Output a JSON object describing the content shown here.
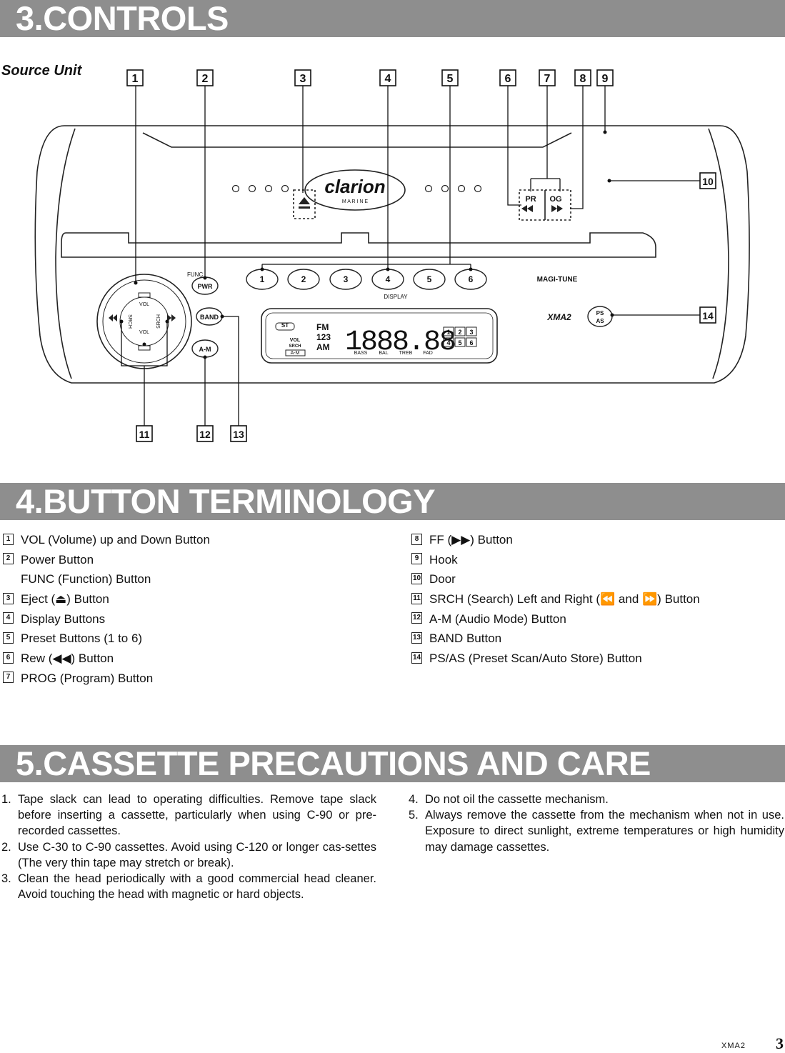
{
  "sections": {
    "controls": "3.CONTROLS",
    "terminology": "4.BUTTON TERMINOLOGY",
    "care": "5.CASSETTE PRECAUTIONS AND CARE"
  },
  "subhead": "Source Unit",
  "diagram": {
    "callouts_top": [
      "1",
      "2",
      "3",
      "4",
      "5",
      "6",
      "7",
      "8",
      "9"
    ],
    "callout_right_upper": "10",
    "callout_right_lower": "14",
    "callouts_bottom": [
      "11",
      "12",
      "13"
    ],
    "brand": "clarion",
    "brand_sub": "M A R I N E",
    "tray_left": "PR",
    "tray_right": "OG",
    "func": "FUNC",
    "pwr": "PWR",
    "band": "BAND",
    "am": "A-M",
    "presets": [
      "1",
      "2",
      "3",
      "4",
      "5",
      "6"
    ],
    "display_label": "DISPLAY",
    "magi": "MAGI-TUNE",
    "model": "XMA2",
    "psas_top": "PS",
    "psas_bottom": "AS",
    "knob_vol_top": "VOL",
    "knob_vol_bottom": "VOL",
    "knob_srch_left": "SRCH",
    "knob_srch_right": "SRCH",
    "lcd_st": "ST",
    "lcd_vol": "VOL",
    "lcd_srch": "SRCH",
    "lcd_am_mode": "A-M",
    "lcd_fm": "FM",
    "lcd_123": "123",
    "lcd_am": "AM",
    "lcd_digits": "1888.88",
    "lcd_bass": "BASS",
    "lcd_bal": "BAL",
    "lcd_treb": "TREB",
    "lcd_fad": "FAD",
    "lcd_presets": [
      "1",
      "2",
      "3",
      "4",
      "5",
      "6"
    ]
  },
  "terminology": {
    "left": [
      {
        "num": "1",
        "text": "VOL (Volume) up and Down Button"
      },
      {
        "num": "2",
        "text": "Power Button"
      },
      {
        "num": "",
        "text": "FUNC (Function) Button"
      },
      {
        "num": "3",
        "text": "Eject (⏏) Button"
      },
      {
        "num": "4",
        "text": "Display Buttons"
      },
      {
        "num": "5",
        "text": "Preset Buttons (1 to 6)"
      },
      {
        "num": "6",
        "text": "Rew (◀◀) Button"
      },
      {
        "num": "7",
        "text": "PROG (Program) Button"
      }
    ],
    "right": [
      {
        "num": "8",
        "text": "FF (▶▶) Button"
      },
      {
        "num": "9",
        "text": "Hook"
      },
      {
        "num": "10",
        "text": "Door"
      },
      {
        "num": "11",
        "text": "SRCH (Search) Left and Right (⏪ and ⏩) Button"
      },
      {
        "num": "12",
        "text": "A-M (Audio Mode) Button"
      },
      {
        "num": "13",
        "text": "BAND Button"
      },
      {
        "num": "14",
        "text": "PS/AS (Preset Scan/Auto Store) Button"
      }
    ]
  },
  "care": {
    "left": [
      {
        "n": "1.",
        "text": "Tape slack can lead to operating difficulties. Remove tape slack before inserting a cassette, particularly when using C-90 or pre-recorded cassettes."
      },
      {
        "n": "2.",
        "text": "Use C-30 to C-90 cassettes. Avoid using C-120 or longer cas-settes (The very thin tape may stretch or break)."
      },
      {
        "n": "3.",
        "text": "Clean the head periodically with a good commercial head cleaner. Avoid touching the head with magnetic or hard objects."
      }
    ],
    "right": [
      {
        "n": "4.",
        "text": "Do not oil the cassette mechanism."
      },
      {
        "n": "5.",
        "text": "Always remove the cassette from the mechanism when not in use. Exposure to direct sunlight, extreme temperatures or high humidity may damage cassettes."
      }
    ]
  },
  "footer": {
    "model": "XMA2",
    "page": "3"
  }
}
